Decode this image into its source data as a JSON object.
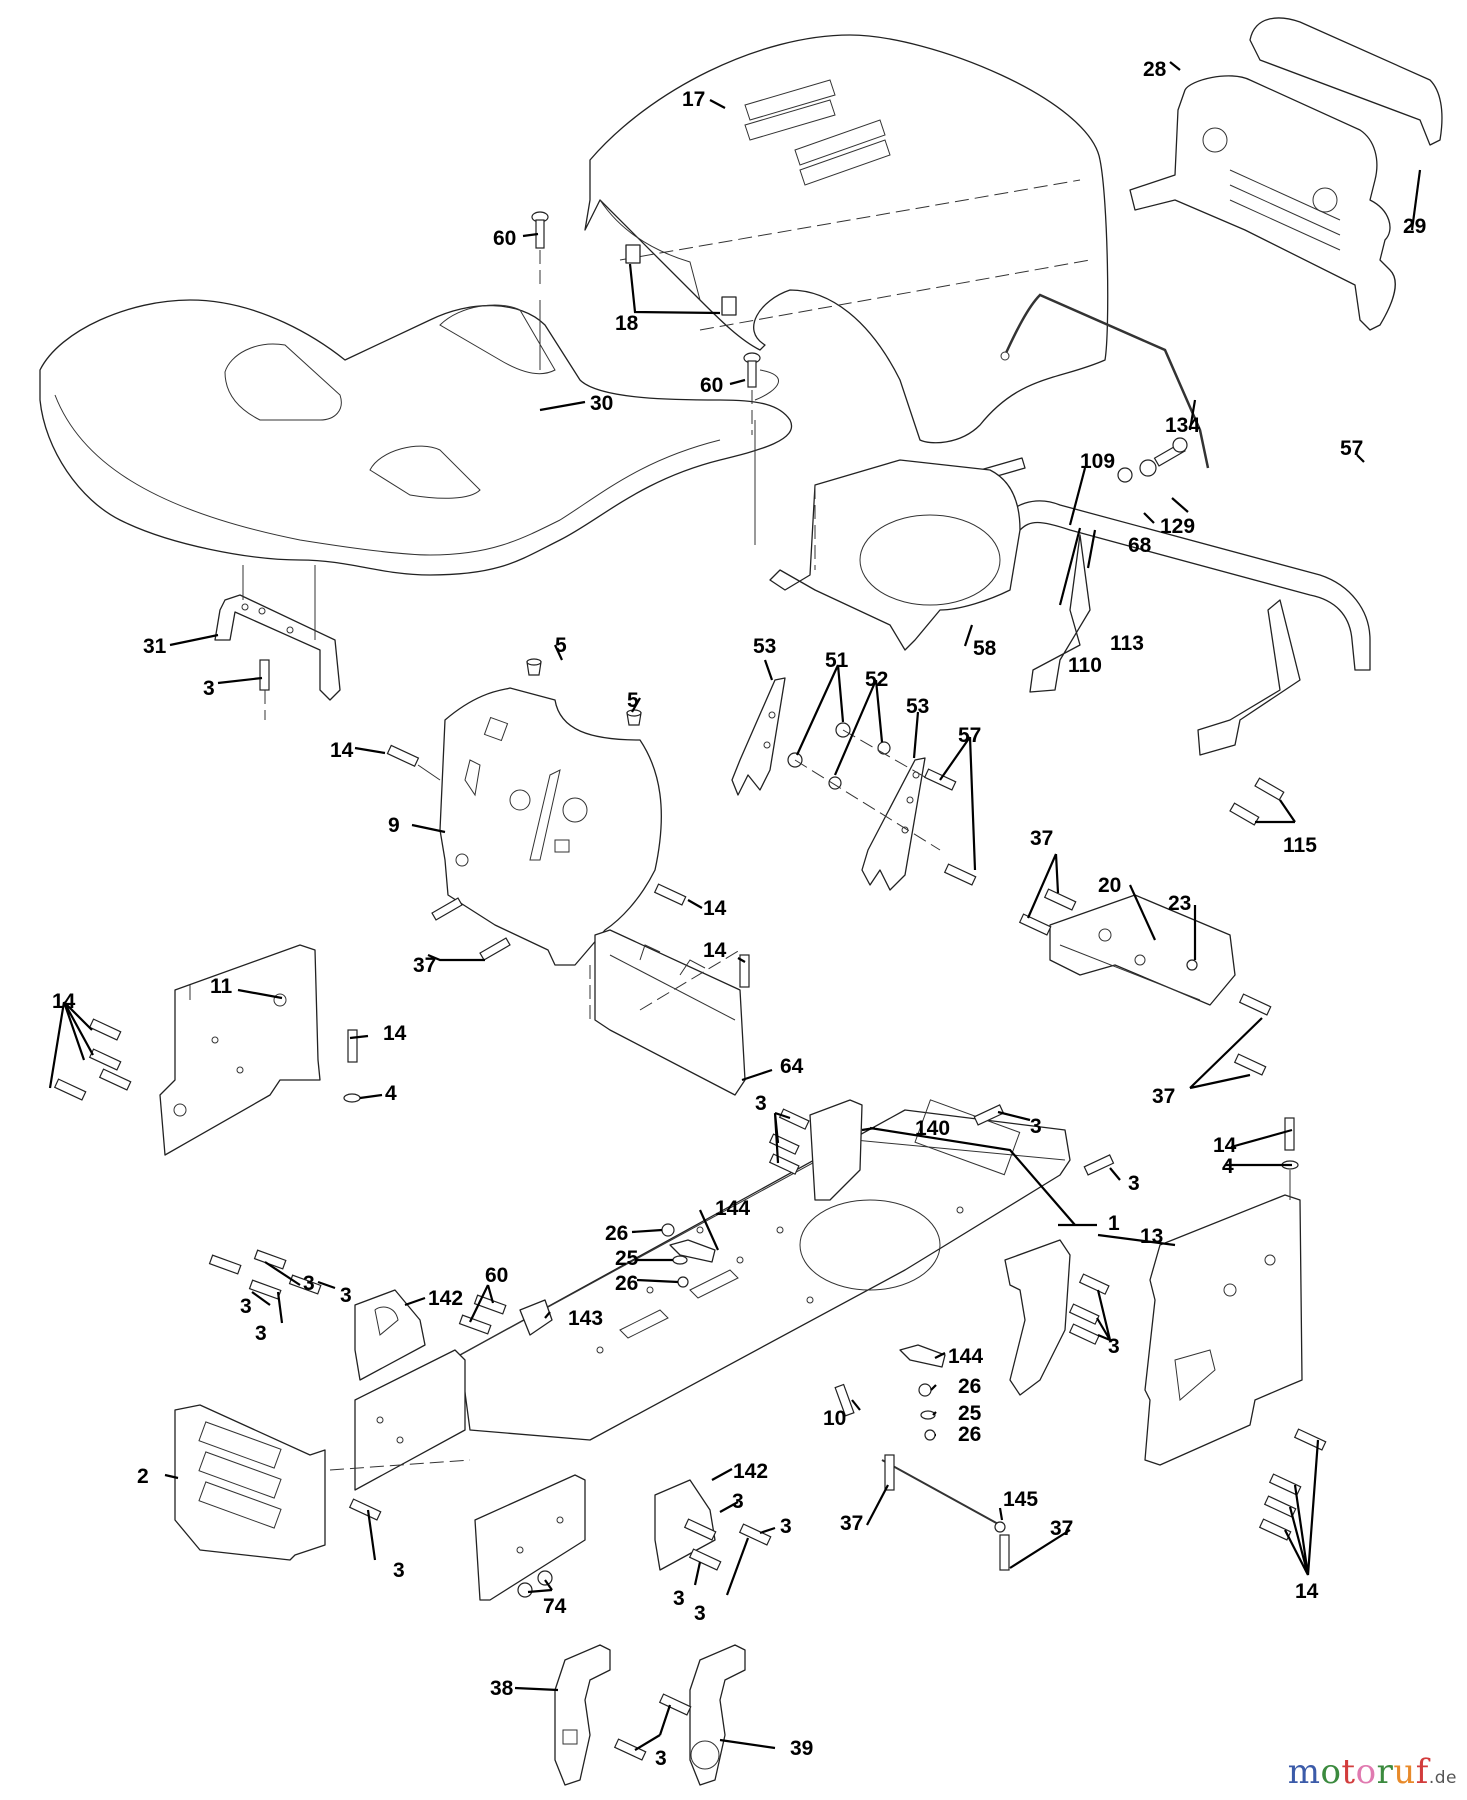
{
  "diagram": {
    "title": "Chassis / Hood exploded parts diagram",
    "callouts": [
      {
        "id": "c17",
        "label": "17",
        "part": "hood"
      },
      {
        "id": "c28",
        "label": "28",
        "part": "grille"
      },
      {
        "id": "c29",
        "label": "29",
        "part": "bumper-cap"
      },
      {
        "id": "c60a",
        "label": "60",
        "part": "carriage-bolt"
      },
      {
        "id": "c18",
        "label": "18",
        "part": "hood-pad"
      },
      {
        "id": "c60b",
        "label": "60",
        "part": "carriage-bolt"
      },
      {
        "id": "c30",
        "label": "30",
        "part": "fender"
      },
      {
        "id": "c134",
        "label": "134",
        "part": "hood-rod"
      },
      {
        "id": "c57a",
        "label": "57",
        "part": "bolt"
      },
      {
        "id": "c129",
        "label": "129",
        "part": "washer"
      },
      {
        "id": "c68",
        "label": "68",
        "part": "nut"
      },
      {
        "id": "c109",
        "label": "109",
        "part": "strap"
      },
      {
        "id": "c110",
        "label": "110",
        "part": "cap"
      },
      {
        "id": "c113",
        "label": "113",
        "part": "front-bumper-tube"
      },
      {
        "id": "c58",
        "label": "58",
        "part": "battery-tray"
      },
      {
        "id": "c31",
        "label": "31",
        "part": "fender-bracket"
      },
      {
        "id": "c3a",
        "label": "3",
        "part": "screw"
      },
      {
        "id": "c5a",
        "label": "5",
        "part": "bumper-plug"
      },
      {
        "id": "c5b",
        "label": "5",
        "part": "bumper-plug"
      },
      {
        "id": "c14a",
        "label": "14",
        "part": "bolt"
      },
      {
        "id": "c9",
        "label": "9",
        "part": "dash-panel"
      },
      {
        "id": "c53a",
        "label": "53",
        "part": "hood-bracket"
      },
      {
        "id": "c51",
        "label": "51",
        "part": "locknut"
      },
      {
        "id": "c52",
        "label": "52",
        "part": "washer"
      },
      {
        "id": "c53b",
        "label": "53",
        "part": "hood-bracket"
      },
      {
        "id": "c57b",
        "label": "57",
        "part": "shoulder-bolt"
      },
      {
        "id": "c115",
        "label": "115",
        "part": "screw"
      },
      {
        "id": "c14b",
        "label": "14",
        "part": "bolt"
      },
      {
        "id": "c37a",
        "label": "37",
        "part": "screw"
      },
      {
        "id": "c14c",
        "label": "14",
        "part": "bolt"
      },
      {
        "id": "c37b",
        "label": "37",
        "part": "screw"
      },
      {
        "id": "c20",
        "label": "20",
        "part": "mounting-plate"
      },
      {
        "id": "c23",
        "label": "23",
        "part": "nut"
      },
      {
        "id": "c11",
        "label": "11",
        "part": "side-panel-left"
      },
      {
        "id": "c14d",
        "label": "14",
        "part": "bolt"
      },
      {
        "id": "c14e",
        "label": "14",
        "part": "bolts"
      },
      {
        "id": "c4a",
        "label": "4",
        "part": "washer"
      },
      {
        "id": "c64",
        "label": "64",
        "part": "console-bracket"
      },
      {
        "id": "c37c",
        "label": "37",
        "part": "screw"
      },
      {
        "id": "c3b",
        "label": "3",
        "part": "screws"
      },
      {
        "id": "c140",
        "label": "140",
        "part": "bracket"
      },
      {
        "id": "c3c",
        "label": "3",
        "part": "screw"
      },
      {
        "id": "c3d",
        "label": "3",
        "part": "screw"
      },
      {
        "id": "c1",
        "label": "1",
        "part": "frame"
      },
      {
        "id": "c14f",
        "label": "14",
        "part": "bolt"
      },
      {
        "id": "c4b",
        "label": "4",
        "part": "washer"
      },
      {
        "id": "c13",
        "label": "13",
        "part": "side-panel-right"
      },
      {
        "id": "c144a",
        "label": "144",
        "part": "clip"
      },
      {
        "id": "c26a",
        "label": "26",
        "part": "nut"
      },
      {
        "id": "c25a",
        "label": "25",
        "part": "washer"
      },
      {
        "id": "c26b",
        "label": "26",
        "part": "nut"
      },
      {
        "id": "c3e",
        "label": "3",
        "part": "screw"
      },
      {
        "id": "c3f",
        "label": "3",
        "part": "screw"
      },
      {
        "id": "c3g",
        "label": "3",
        "part": "screw"
      },
      {
        "id": "c3h",
        "label": "3",
        "part": "screw"
      },
      {
        "id": "c60c",
        "label": "60",
        "part": "bolts"
      },
      {
        "id": "c142a",
        "label": "142",
        "part": "axle-bracket"
      },
      {
        "id": "c143",
        "label": "143",
        "part": "bracket"
      },
      {
        "id": "c3i",
        "label": "3",
        "part": "screws"
      },
      {
        "id": "c144b",
        "label": "144",
        "part": "clip"
      },
      {
        "id": "c26c",
        "label": "26",
        "part": "nut"
      },
      {
        "id": "c25b",
        "label": "25",
        "part": "washer"
      },
      {
        "id": "c26d",
        "label": "26",
        "part": "nut"
      },
      {
        "id": "c10",
        "label": "10",
        "part": "bolt"
      },
      {
        "id": "c2",
        "label": "2",
        "part": "front-plate"
      },
      {
        "id": "c142b",
        "label": "142",
        "part": "axle-bracket"
      },
      {
        "id": "c3j",
        "label": "3",
        "part": "screw"
      },
      {
        "id": "c3k",
        "label": "3",
        "part": "screw"
      },
      {
        "id": "c3l",
        "label": "3",
        "part": "screw"
      },
      {
        "id": "c3m",
        "label": "3",
        "part": "screw"
      },
      {
        "id": "c37d",
        "label": "37",
        "part": "screw"
      },
      {
        "id": "c145",
        "label": "145",
        "part": "rod"
      },
      {
        "id": "c37e",
        "label": "37",
        "part": "screw"
      },
      {
        "id": "c74",
        "label": "74",
        "part": "nuts"
      },
      {
        "id": "c14g",
        "label": "14",
        "part": "bolts"
      },
      {
        "id": "c3n",
        "label": "3",
        "part": "screw"
      },
      {
        "id": "c38",
        "label": "38",
        "part": "hitch-plate-left"
      },
      {
        "id": "c3o",
        "label": "3",
        "part": "screws"
      },
      {
        "id": "c39",
        "label": "39",
        "part": "hitch-plate-right"
      }
    ]
  },
  "watermark": {
    "letters": [
      "m",
      "o",
      "t",
      "o",
      "r",
      "u",
      "f"
    ],
    "colors": [
      "#3b5ba9",
      "#3b8a3e",
      "#d23c3c",
      "#e07ab0",
      "#3b8a3e",
      "#e88a2a",
      "#d23c3c"
    ],
    "suffix": ".de"
  }
}
